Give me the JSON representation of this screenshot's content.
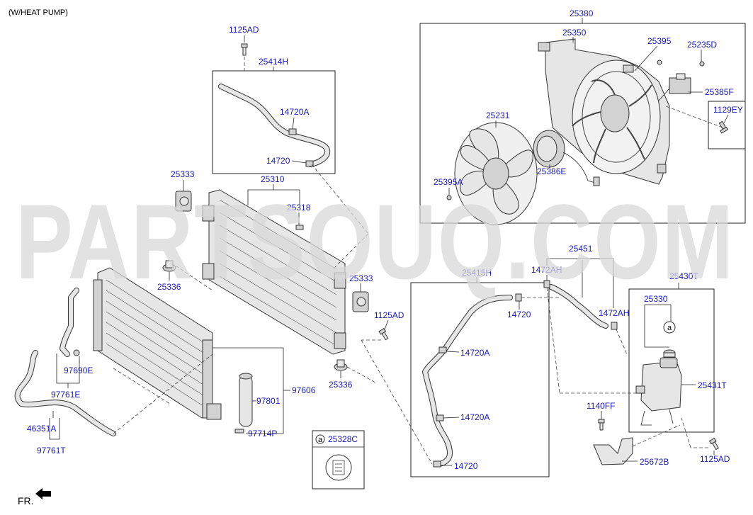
{
  "header": {
    "title": "(W/HEAT PUMP)"
  },
  "watermark": "PARTSOUQ.COM",
  "orientation": {
    "label": "FR."
  },
  "colors": {
    "label": "#1a1ab0",
    "line": "#222222",
    "part_fill": "#e6e6e6",
    "watermark": "#d9d9d9"
  },
  "labels": {
    "p1125AD_top": "1125AD",
    "p25414H": "25414H",
    "p14720A_top": "14720A",
    "p14720_top": "14720",
    "p25333_left": "25333",
    "p25310": "25310",
    "p25318": "25318",
    "p25336_left": "25336",
    "p25333_right": "25333",
    "p1125AD_mid": "1125AD",
    "p25336_right": "25336",
    "p97690E": "97690E",
    "p97761E": "97761E",
    "p46351A": "46351A",
    "p97761T": "97761T",
    "p97801": "97801",
    "p97606": "97606",
    "p97714P": "97714P",
    "p25380": "25380",
    "p25350": "25350",
    "p25395": "25395",
    "p25235D": "25235D",
    "p25385F": "25385F",
    "p1129EY": "1129EY",
    "p25231": "25231",
    "p25386E": "25386E",
    "p25395A": "25395A",
    "p25415H": "25415H",
    "p14720_mid": "14720",
    "p14720A_mid1": "14720A",
    "p14720A_mid2": "14720A",
    "p14720_bot": "14720",
    "p25451": "25451",
    "p1472AH_a": "1472AH",
    "p1472AH_b": "1472AH",
    "p25430T": "25430T",
    "p25330": "25330",
    "p25431T": "25431T",
    "p1140FF": "1140FF",
    "p25672B": "25672B",
    "p1125AD_bot": "1125AD",
    "p25328C": "25328C"
  },
  "callouts": {
    "circle_a_box": "a",
    "circle_a_cap": "a"
  }
}
